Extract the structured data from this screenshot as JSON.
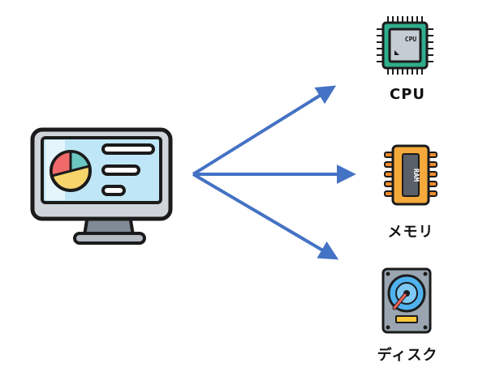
{
  "diagram": {
    "source": {
      "name": "computer",
      "icon": "desktop-monitor-chart-icon"
    },
    "components": [
      {
        "id": "cpu",
        "label": "CPU",
        "icon": "cpu-chip-icon",
        "chip_text": "CPU"
      },
      {
        "id": "memory",
        "label": "メモリ",
        "icon": "ram-module-icon",
        "chip_text": "RAM"
      },
      {
        "id": "disk",
        "label": "ディスク",
        "icon": "hard-disk-icon"
      }
    ],
    "arrow_color": "#4472C4"
  }
}
